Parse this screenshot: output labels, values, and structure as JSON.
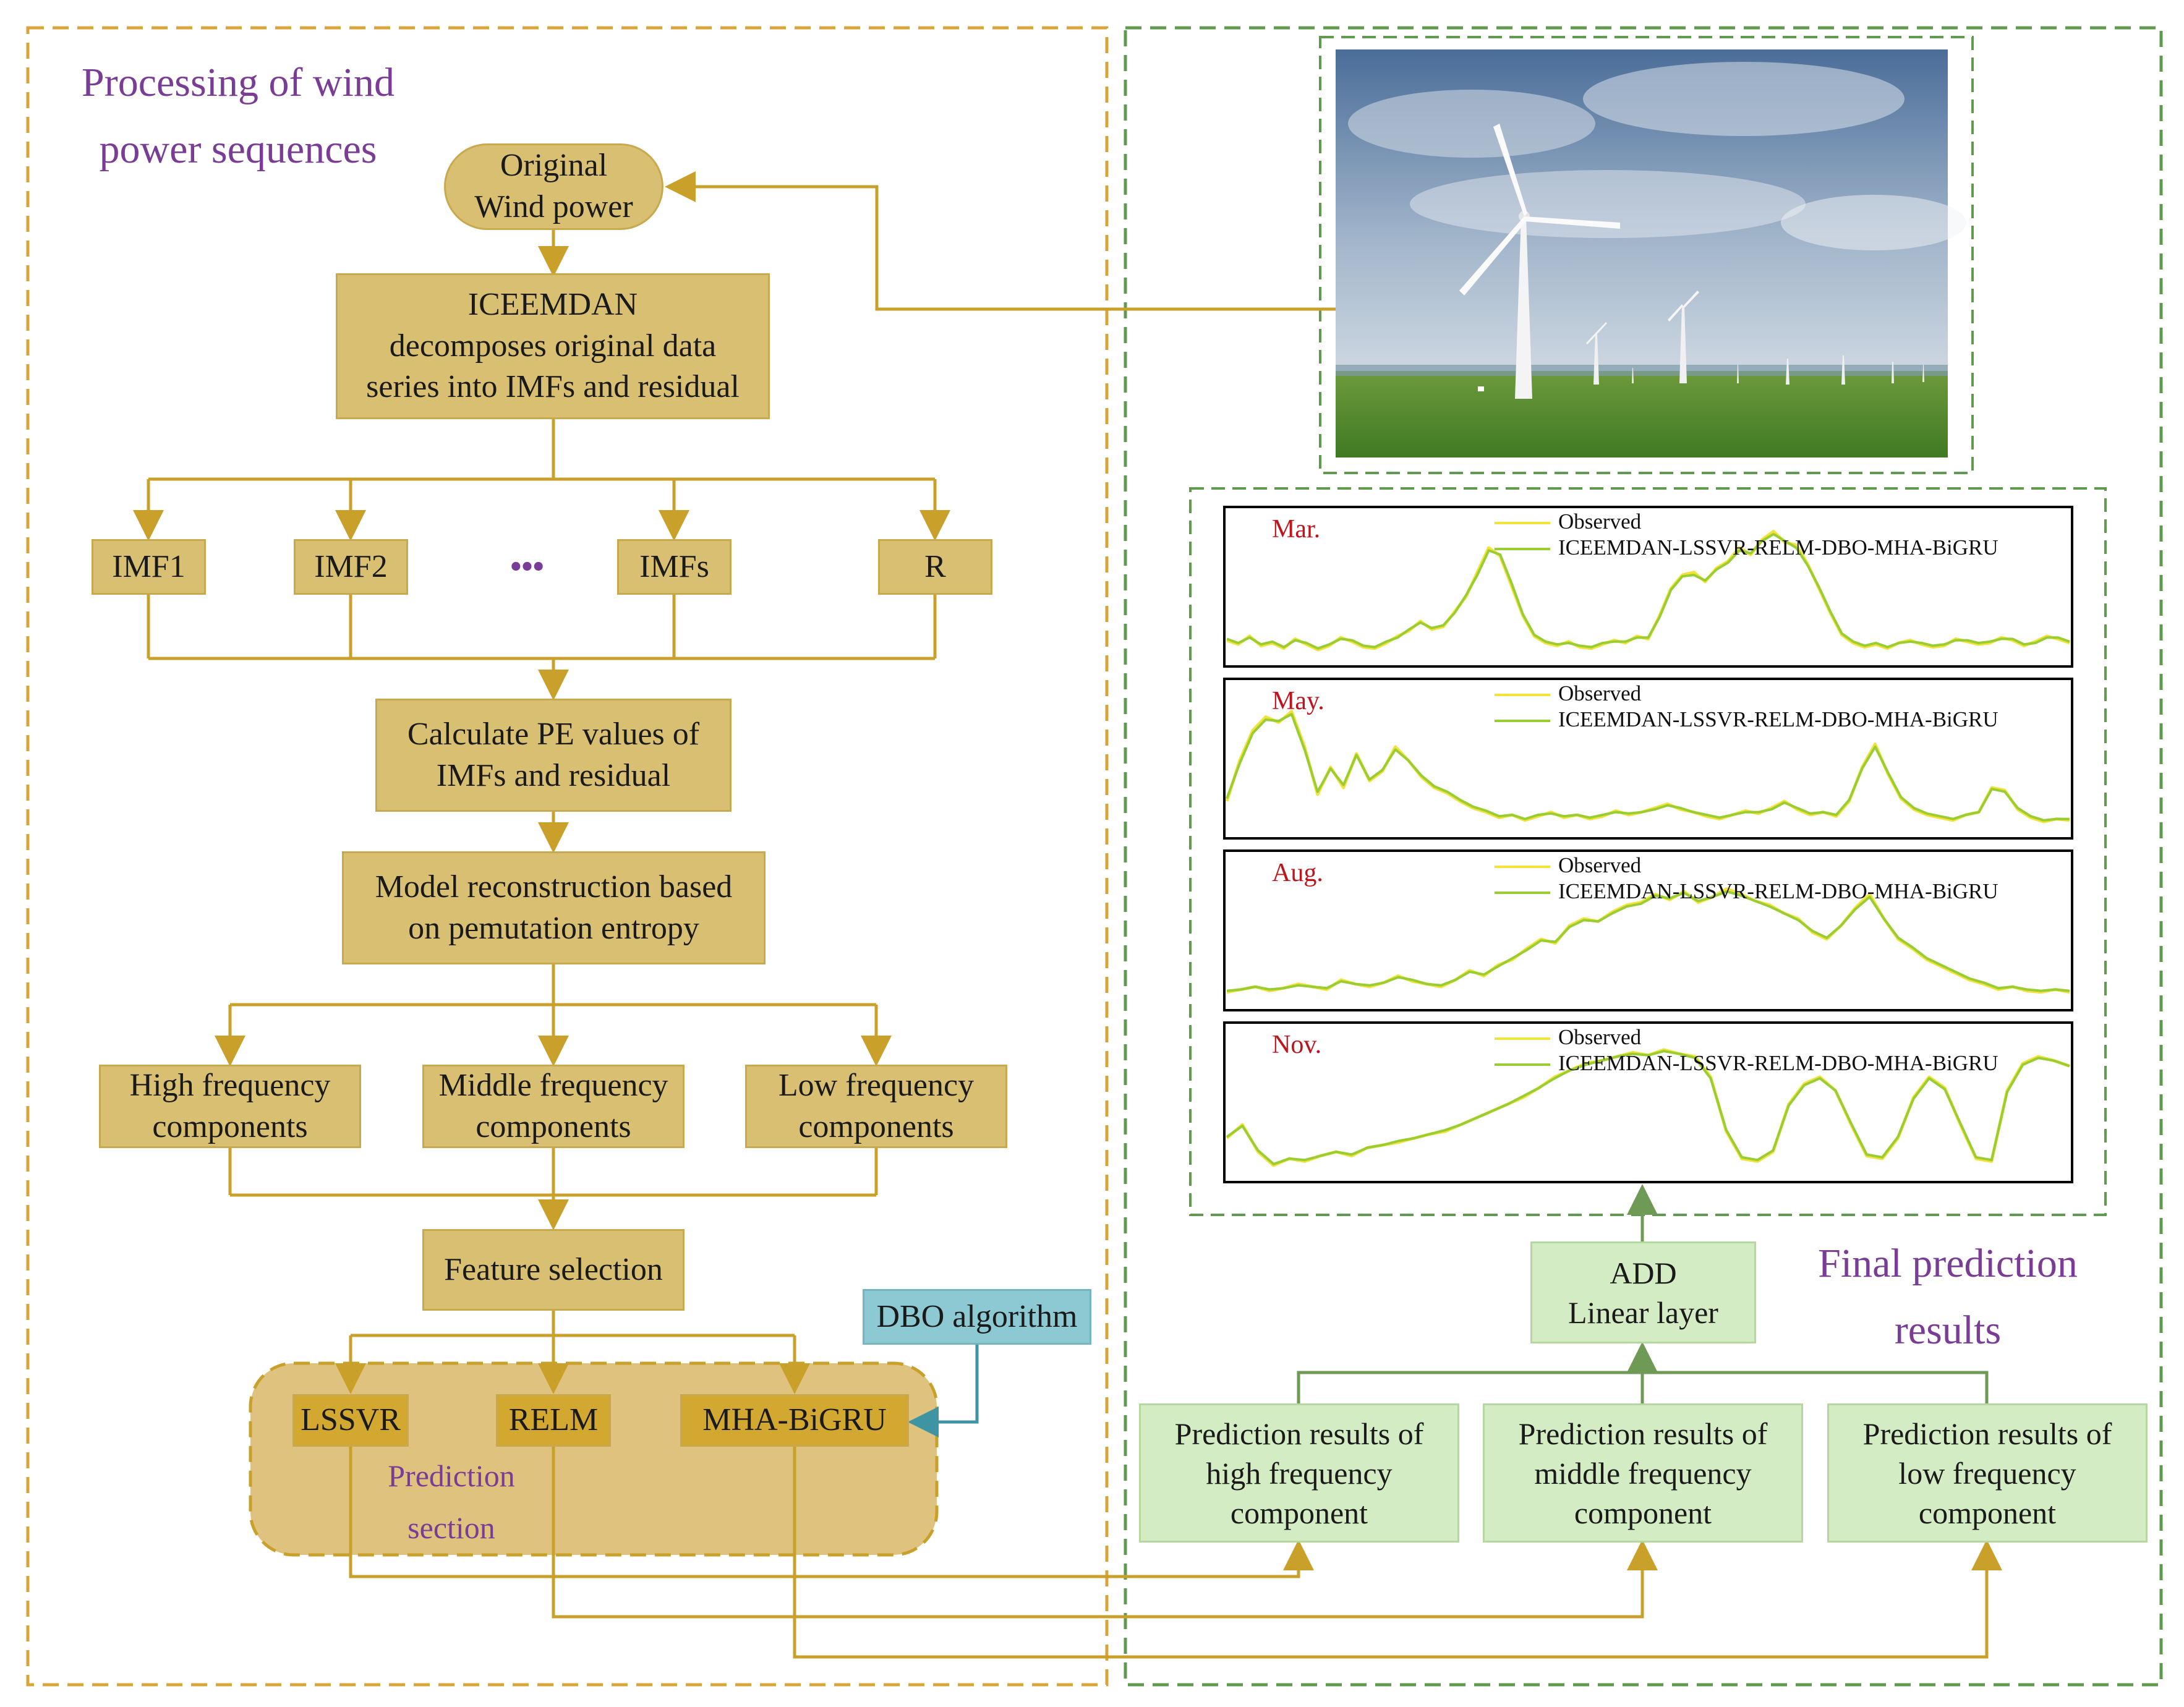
{
  "left_title": {
    "line1": "Processing of wind",
    "line2": "power sequences"
  },
  "right_title": {
    "line1": "Final prediction",
    "line2": "results"
  },
  "original": {
    "line1": "Original",
    "line2": "Wind power"
  },
  "iceemdan": {
    "line1": "ICEEMDAN",
    "line2": "decomposes original data",
    "line3": "series into IMFs and residual"
  },
  "imfs": {
    "imf1": "IMF1",
    "imf2": "IMF2",
    "dots": "•••",
    "imfs": "IMFs",
    "r": "R"
  },
  "pe_box": {
    "line1": "Calculate PE values of",
    "line2": "IMFs and residual"
  },
  "reconstruct": {
    "line1": "Model reconstruction based",
    "line2": "on pemutation entropy"
  },
  "components": {
    "high": {
      "line1": "High frequency",
      "line2": "components"
    },
    "middle": {
      "line1": "Middle frequency",
      "line2": "components"
    },
    "low": {
      "line1": "Low frequency",
      "line2": "components"
    }
  },
  "feature_selection": "Feature selection",
  "dbo": "DBO algorithm",
  "models": {
    "lssvr": "LSSVR",
    "relm": "RELM",
    "mha": "MHA-BiGRU"
  },
  "prediction_section": {
    "line1": "Prediction",
    "line2": "section"
  },
  "add_box": {
    "line1": "ADD",
    "line2": "Linear layer"
  },
  "results": {
    "high": {
      "line1": "Prediction results of",
      "line2": "high frequency",
      "line3": "component"
    },
    "middle": {
      "line1": "Prediction results of",
      "line2": "middle frequency",
      "line3": "component"
    },
    "low": {
      "line1": "Prediction results of",
      "line2": "low frequency",
      "line3": "component"
    }
  },
  "colors": {
    "gold_fill": "#d8bf72",
    "gold_line": "#c9a12a",
    "left_frame": "#d9a43a",
    "right_frame": "#5f9a4e",
    "green_fill": "#d4ecc4",
    "teal_fill": "#8cc9d2",
    "title_purple": "#7a3d96",
    "month_red": "#c0141c",
    "observed_color": "#f2e23a",
    "predicted_color": "#9acd32"
  },
  "chart_data": [
    {
      "type": "line",
      "title": "Mar.",
      "series": [
        {
          "name": "Observed",
          "color": "#f2e23a",
          "values": [
            0.12,
            0.09,
            0.15,
            0.08,
            0.1,
            0.06,
            0.13,
            0.09,
            0.05,
            0.08,
            0.14,
            0.11,
            0.07,
            0.06,
            0.1,
            0.15,
            0.19,
            0.26,
            0.2,
            0.22,
            0.33,
            0.44,
            0.62,
            0.8,
            0.74,
            0.52,
            0.3,
            0.15,
            0.1,
            0.08,
            0.11,
            0.07,
            0.06,
            0.09,
            0.12,
            0.1,
            0.15,
            0.13,
            0.3,
            0.5,
            0.6,
            0.62,
            0.55,
            0.65,
            0.7,
            0.8,
            0.75,
            0.86,
            0.92,
            0.84,
            0.82,
            0.68,
            0.5,
            0.32,
            0.16,
            0.1,
            0.07,
            0.09,
            0.06,
            0.1,
            0.12,
            0.09,
            0.07,
            0.08,
            0.13,
            0.11,
            0.09,
            0.1,
            0.14,
            0.12,
            0.08,
            0.11,
            0.15,
            0.13,
            0.1
          ]
        },
        {
          "name": "ICEEMDAN-LSSVR-RELM-DBO-MHA-BiGRU",
          "color": "#9acd32",
          "values": [
            0.13,
            0.1,
            0.14,
            0.09,
            0.11,
            0.07,
            0.12,
            0.1,
            0.06,
            0.09,
            0.13,
            0.12,
            0.08,
            0.07,
            0.11,
            0.14,
            0.2,
            0.25,
            0.21,
            0.23,
            0.32,
            0.45,
            0.6,
            0.78,
            0.75,
            0.54,
            0.31,
            0.16,
            0.11,
            0.09,
            0.1,
            0.08,
            0.07,
            0.1,
            0.11,
            0.11,
            0.14,
            0.14,
            0.29,
            0.49,
            0.59,
            0.6,
            0.56,
            0.64,
            0.69,
            0.78,
            0.76,
            0.85,
            0.9,
            0.85,
            0.8,
            0.67,
            0.51,
            0.33,
            0.17,
            0.11,
            0.08,
            0.1,
            0.07,
            0.1,
            0.11,
            0.1,
            0.08,
            0.09,
            0.12,
            0.12,
            0.1,
            0.11,
            0.13,
            0.13,
            0.09,
            0.1,
            0.14,
            0.14,
            0.11
          ]
        }
      ]
    },
    {
      "type": "line",
      "title": "May.",
      "series": [
        {
          "name": "Observed",
          "color": "#f2e23a",
          "values": [
            0.2,
            0.5,
            0.72,
            0.82,
            0.78,
            0.86,
            0.6,
            0.25,
            0.45,
            0.3,
            0.55,
            0.35,
            0.42,
            0.6,
            0.5,
            0.38,
            0.3,
            0.26,
            0.2,
            0.15,
            0.12,
            0.08,
            0.1,
            0.06,
            0.09,
            0.12,
            0.08,
            0.1,
            0.07,
            0.09,
            0.13,
            0.1,
            0.12,
            0.15,
            0.18,
            0.14,
            0.12,
            0.09,
            0.07,
            0.1,
            0.13,
            0.11,
            0.15,
            0.2,
            0.14,
            0.1,
            0.12,
            0.09,
            0.2,
            0.45,
            0.62,
            0.4,
            0.22,
            0.14,
            0.1,
            0.08,
            0.06,
            0.1,
            0.12,
            0.3,
            0.28,
            0.14,
            0.08,
            0.05,
            0.07,
            0.06
          ]
        },
        {
          "name": "ICEEMDAN-LSSVR-RELM-DBO-MHA-BiGRU",
          "color": "#9acd32",
          "values": [
            0.22,
            0.48,
            0.7,
            0.8,
            0.79,
            0.84,
            0.58,
            0.27,
            0.44,
            0.32,
            0.54,
            0.36,
            0.43,
            0.58,
            0.5,
            0.39,
            0.31,
            0.27,
            0.21,
            0.16,
            0.13,
            0.09,
            0.1,
            0.07,
            0.1,
            0.11,
            0.09,
            0.1,
            0.08,
            0.1,
            0.12,
            0.11,
            0.12,
            0.14,
            0.17,
            0.15,
            0.12,
            0.1,
            0.08,
            0.1,
            0.12,
            0.12,
            0.14,
            0.19,
            0.15,
            0.11,
            0.12,
            0.1,
            0.21,
            0.44,
            0.6,
            0.41,
            0.23,
            0.15,
            0.11,
            0.09,
            0.07,
            0.1,
            0.12,
            0.29,
            0.27,
            0.15,
            0.09,
            0.06,
            0.07,
            0.07
          ]
        }
      ]
    },
    {
      "type": "line",
      "title": "Aug.",
      "series": [
        {
          "name": "Observed",
          "color": "#f2e23a",
          "values": [
            0.06,
            0.08,
            0.1,
            0.07,
            0.09,
            0.12,
            0.1,
            0.08,
            0.15,
            0.12,
            0.1,
            0.13,
            0.18,
            0.14,
            0.12,
            0.1,
            0.15,
            0.22,
            0.18,
            0.26,
            0.3,
            0.38,
            0.45,
            0.42,
            0.55,
            0.6,
            0.58,
            0.65,
            0.7,
            0.72,
            0.78,
            0.74,
            0.8,
            0.72,
            0.76,
            0.82,
            0.78,
            0.73,
            0.7,
            0.64,
            0.6,
            0.5,
            0.45,
            0.55,
            0.68,
            0.78,
            0.6,
            0.45,
            0.38,
            0.3,
            0.25,
            0.2,
            0.15,
            0.12,
            0.08,
            0.1,
            0.07,
            0.06,
            0.08,
            0.06
          ]
        },
        {
          "name": "ICEEMDAN-LSSVR-RELM-DBO-MHA-BiGRU",
          "color": "#9acd32",
          "values": [
            0.07,
            0.08,
            0.1,
            0.08,
            0.09,
            0.11,
            0.1,
            0.09,
            0.14,
            0.12,
            0.11,
            0.13,
            0.17,
            0.15,
            0.12,
            0.11,
            0.15,
            0.21,
            0.19,
            0.25,
            0.31,
            0.37,
            0.44,
            0.43,
            0.54,
            0.59,
            0.58,
            0.64,
            0.69,
            0.71,
            0.77,
            0.75,
            0.79,
            0.73,
            0.76,
            0.8,
            0.77,
            0.73,
            0.69,
            0.64,
            0.59,
            0.51,
            0.46,
            0.55,
            0.67,
            0.76,
            0.6,
            0.46,
            0.39,
            0.31,
            0.26,
            0.21,
            0.16,
            0.13,
            0.09,
            0.1,
            0.08,
            0.07,
            0.08,
            0.07
          ]
        }
      ]
    },
    {
      "type": "line",
      "title": "Nov.",
      "series": [
        {
          "name": "Observed",
          "color": "#f2e23a",
          "values": [
            0.25,
            0.35,
            0.15,
            0.05,
            0.1,
            0.08,
            0.12,
            0.15,
            0.12,
            0.18,
            0.2,
            0.22,
            0.25,
            0.28,
            0.3,
            0.35,
            0.4,
            0.45,
            0.5,
            0.55,
            0.62,
            0.7,
            0.75,
            0.8,
            0.82,
            0.85,
            0.88,
            0.86,
            0.9,
            0.87,
            0.85,
            0.7,
            0.3,
            0.1,
            0.08,
            0.15,
            0.5,
            0.65,
            0.7,
            0.6,
            0.35,
            0.12,
            0.1,
            0.25,
            0.55,
            0.7,
            0.62,
            0.35,
            0.1,
            0.08,
            0.6,
            0.8,
            0.85,
            0.82,
            0.78
          ]
        },
        {
          "name": "ICEEMDAN-LSSVR-RELM-DBO-MHA-BiGRU",
          "color": "#9acd32",
          "values": [
            0.26,
            0.34,
            0.16,
            0.06,
            0.1,
            0.09,
            0.12,
            0.15,
            0.13,
            0.18,
            0.2,
            0.23,
            0.25,
            0.28,
            0.31,
            0.35,
            0.4,
            0.45,
            0.5,
            0.56,
            0.62,
            0.69,
            0.75,
            0.79,
            0.82,
            0.85,
            0.87,
            0.86,
            0.89,
            0.87,
            0.84,
            0.69,
            0.31,
            0.11,
            0.09,
            0.16,
            0.49,
            0.64,
            0.69,
            0.6,
            0.36,
            0.13,
            0.11,
            0.26,
            0.54,
            0.69,
            0.61,
            0.36,
            0.11,
            0.09,
            0.59,
            0.79,
            0.84,
            0.82,
            0.78
          ]
        }
      ]
    }
  ]
}
